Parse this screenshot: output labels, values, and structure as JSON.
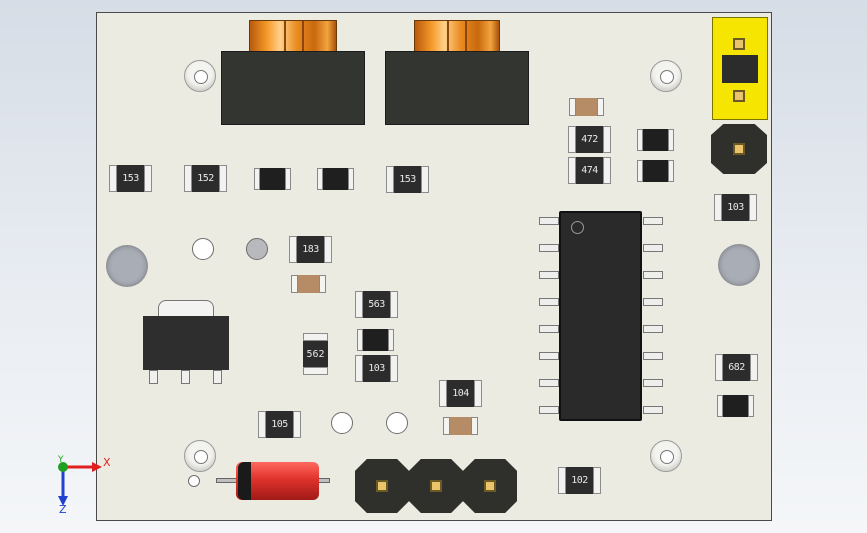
{
  "scene": "pcb-3d-model-view",
  "colors": {
    "board": "#ecebe2",
    "terminal_orange": "#f59a2a",
    "jumper_yellow": "#f5e500",
    "ic_body": "#2a2a2a",
    "diode_red": "#e0322c",
    "axis_x": "#e02020",
    "axis_y": "#20a020",
    "axis_z": "#2040d0"
  },
  "markings": {
    "r1": "153",
    "r2": "152",
    "r3": "153",
    "r4": "183",
    "r5": "472",
    "r6": "474",
    "r7": "563",
    "r8": "103",
    "r9": "104",
    "r10": "105",
    "r11": "103",
    "r12": "562",
    "r13": "102",
    "r14": "682"
  },
  "axes": {
    "x": "X",
    "y": "Y",
    "z": "Z"
  }
}
